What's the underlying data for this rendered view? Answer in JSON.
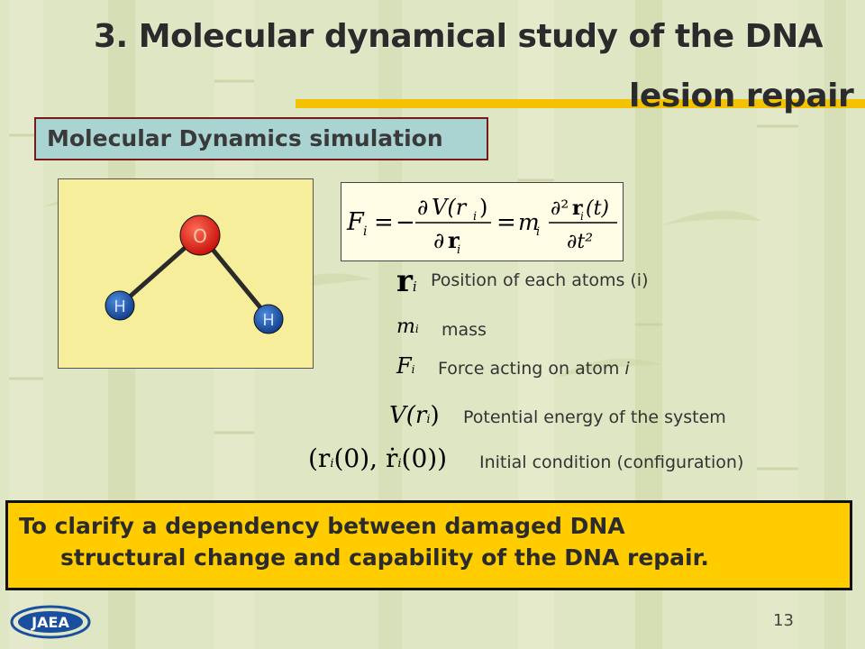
{
  "slide": {
    "title_line1": "3. Molecular dynamical study of the DNA",
    "title_line2": "lesion repair",
    "section_label": "Molecular Dynamics simulation",
    "molecule": {
      "atom_o": "O",
      "atom_h_left": "H",
      "atom_h_right": "H"
    },
    "equation": {
      "lhs": "F",
      "sub_i": "i",
      "eq": "=",
      "minus": "−",
      "partial": "∂",
      "v_r": "V(r",
      "close_paren": ")",
      "r": "r",
      "m": "m",
      "d2": "∂²",
      "r_t": "r",
      "of_t": "(t)",
      "dt2": "∂t²"
    },
    "definitions": [
      {
        "symbol": "r",
        "sub": "i",
        "text": "Position of each atoms (i)"
      },
      {
        "symbol": "m",
        "sub": "i",
        "text": "mass"
      },
      {
        "symbol": "F",
        "sub": "i",
        "text": "Force acting on atom ",
        "text_italic": "i"
      },
      {
        "symbol": "V(r",
        "sub": "i",
        "symbol_tail": ")",
        "text": "Potential energy of the system"
      },
      {
        "symbol": "(r",
        "sub": "i",
        "symbol_tail": "(0), ṙ",
        "sub2": "i",
        "symbol_tail2": "(0))",
        "text": "Initial condition (configuration)"
      }
    ],
    "goal_line1": "To clarify a dependency between damaged DNA",
    "goal_line2": "structural change and capability of the DNA repair.",
    "page_number": "13",
    "logo_text": "JAEA"
  },
  "colors": {
    "background": "#dfe6c4",
    "accent_yellow": "#f3c200",
    "goal_yellow": "#ffcc00",
    "section_fill": "#a9d4d2",
    "section_border": "#7a1919",
    "molecule_panel": "#f7ee9c",
    "oxygen": "#e8231b",
    "hydrogen": "#1f5fb8",
    "logo_blue": "#1a4fa0"
  }
}
